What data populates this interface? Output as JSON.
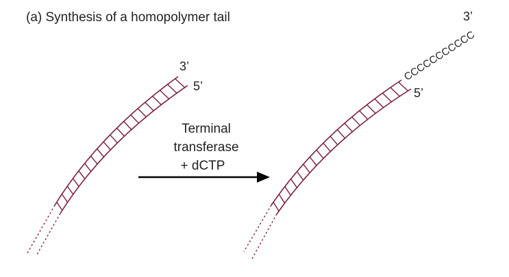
{
  "title": "(a) Synthesis of a homopolymer tail",
  "left_dna": {
    "label_3prime": "3’",
    "label_5prime": "5’"
  },
  "reaction": {
    "line1": "Terminal",
    "line2": "transferase",
    "line3": "+ dCTP"
  },
  "right_dna": {
    "tail": "CCCCCCCCCCC",
    "label_3prime": "3’",
    "label_5prime": "5’"
  },
  "colors": {
    "dna_strand": "#7a1f3d",
    "text": "#231f20",
    "arrow": "#000000"
  }
}
